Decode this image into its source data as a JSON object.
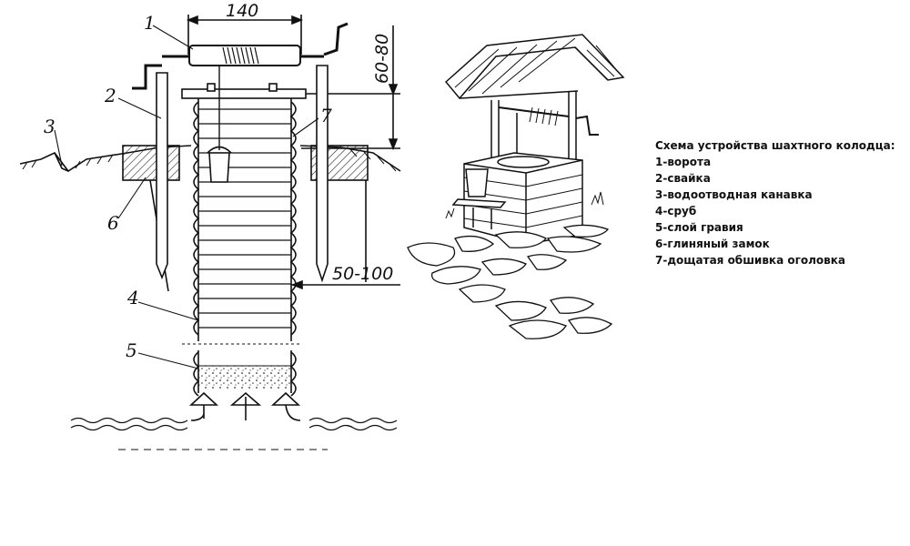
{
  "labels": {
    "n1": "1",
    "n2": "2",
    "n3": "3",
    "n4": "4",
    "n5": "5",
    "n6": "6",
    "n7": "7"
  },
  "dimensions": {
    "top_width": "140",
    "height": "60-80",
    "depth": "50-100"
  },
  "legend": {
    "title": "Схема устройства шахтного колодца:",
    "items": [
      "1-ворота",
      "2-свайка",
      "3-водоотводная канавка",
      "4-сруб",
      "5-слой гравия",
      "6-глиняный замок",
      "7-дощатая обшивка оголовка"
    ]
  }
}
